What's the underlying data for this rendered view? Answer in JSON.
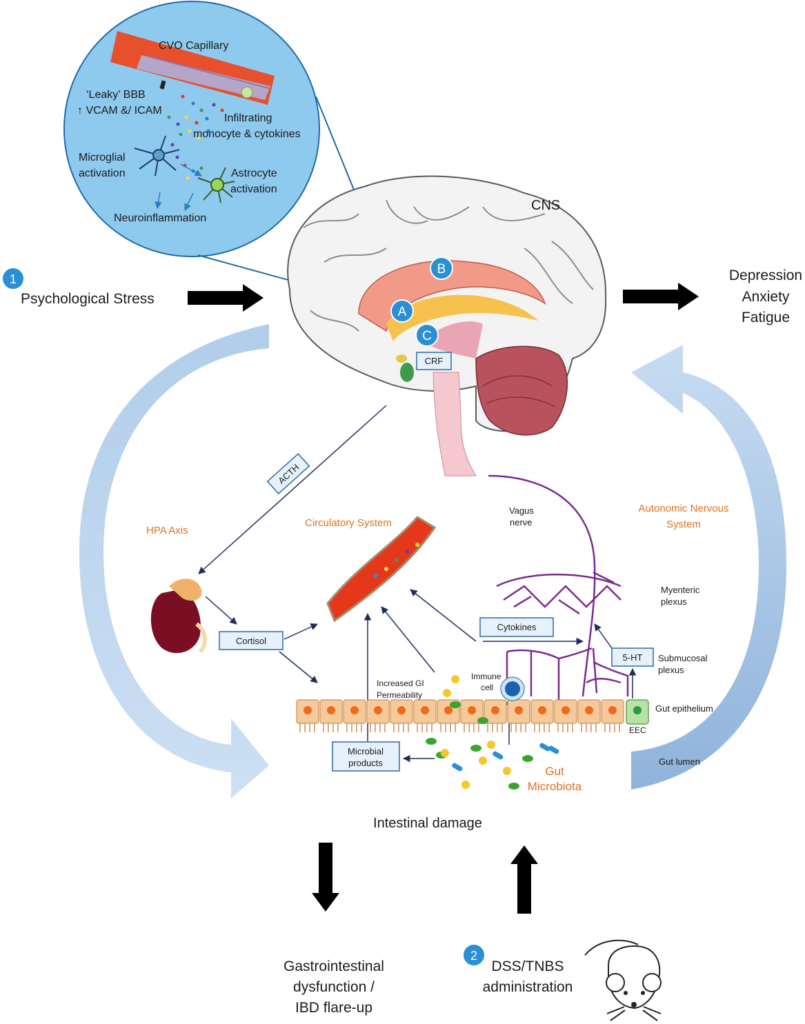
{
  "inset": {
    "cvo_capillary": "CVO Capillary",
    "leaky_bbb": "‘Leaky’ BBB",
    "vcam_icam": "↑ VCAM &/ ICAM",
    "infiltrating_1": "Infiltrating",
    "infiltrating_2": "monocyte & cytokines",
    "microglial_1": "Microglial",
    "microglial_2": "activation",
    "astrocyte_1": "Astrocyte",
    "astrocyte_2": "activation",
    "neuroinflammation": "Neuroinflammation"
  },
  "cns": "CNS",
  "markers": {
    "a": "A",
    "b": "B",
    "c": "C",
    "one": "1",
    "two": "2"
  },
  "stress": "Psychological Stress",
  "outcomes": [
    "Depression",
    "Anxiety",
    "Fatigue"
  ],
  "crf": "CRF",
  "acth": "ACTH",
  "hpa_axis": "HPA Axis",
  "circulatory": "Circulatory System",
  "vagus_1": "Vagus",
  "vagus_2": "nerve",
  "ans_1": "Autonomic Nervous",
  "ans_2": "System",
  "myenteric_1": "Myenteric",
  "myenteric_2": "plexus",
  "cortisol": "Cortisol",
  "cytokines": "Cytokines",
  "five_ht": "5-HT",
  "submucosal_1": "Submucosal",
  "submucosal_2": "plexus",
  "permeability_1": "Increased GI",
  "permeability_2": "Permeability",
  "immune_1": "Immune",
  "immune_2": "cell",
  "gut_epithelium": "Gut epithelium",
  "eec": "EEC",
  "microbial_1": "Microbial",
  "microbial_2": "products",
  "gut_lumen": "Gut lumen",
  "microbiota_1": "Gut",
  "microbiota_2": "Microbiota",
  "intestinal_damage": "Intestinal damage",
  "gi_dysfunction": [
    "Gastrointestinal",
    "dysfunction /",
    "IBD flare-up"
  ],
  "dss": [
    "DSS/TNBS",
    "administration"
  ],
  "colors": {
    "marker_blue": "#2b8fd6",
    "inset_blue": "#8ec9ee",
    "label_orange": "#e0711d",
    "nerve_purple": "#7a2a8f",
    "blood_red": "#e5381b",
    "cycle_arrow": "#b9d3ee"
  }
}
